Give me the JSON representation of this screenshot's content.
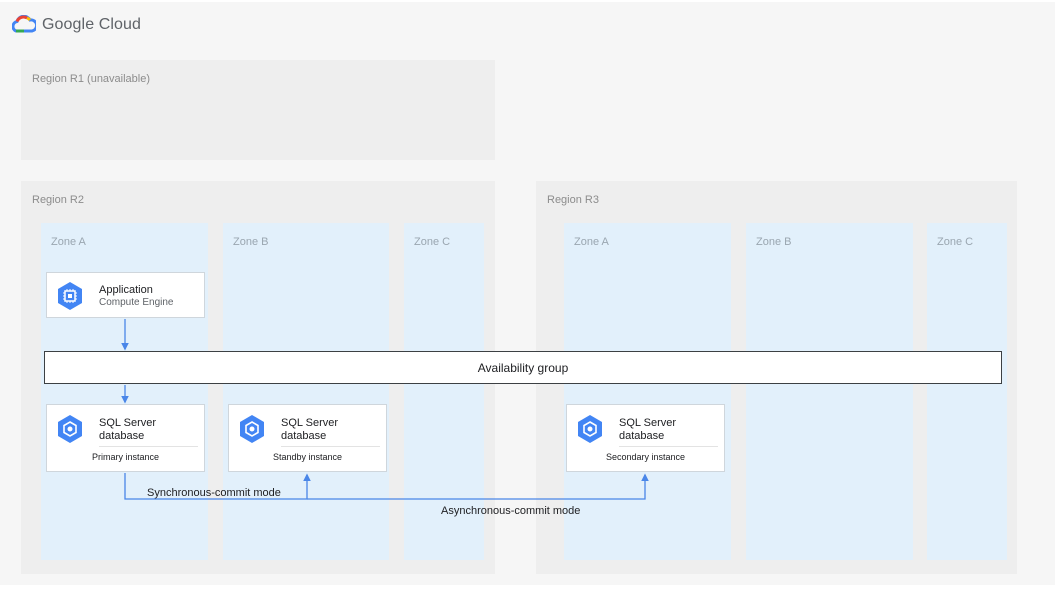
{
  "brand": {
    "logo_text": "Google Cloud"
  },
  "regions": [
    {
      "label": "Region R1 (unavailable)"
    },
    {
      "label": "Region R2",
      "zones": [
        "Zone A",
        "Zone B",
        "Zone C"
      ]
    },
    {
      "label": "Region R3",
      "zones": [
        "Zone A",
        "Zone B",
        "Zone C"
      ]
    }
  ],
  "application": {
    "title": "Application",
    "subtitle": "Compute Engine",
    "icon": "compute-engine-icon"
  },
  "availability_group": {
    "label": "Availability group"
  },
  "databases": [
    {
      "title_line1": "SQL Server",
      "title_line2": "database",
      "role": "Primary instance",
      "icon": "sql-database-icon"
    },
    {
      "title_line1": "SQL Server",
      "title_line2": "database",
      "role": "Standby instance",
      "icon": "sql-database-icon"
    },
    {
      "title_line1": "SQL Server",
      "title_line2": "database",
      "role": "Secondary instance",
      "icon": "sql-database-icon"
    }
  ],
  "connections": {
    "sync_label": "Synchronous-commit mode",
    "async_label": "Asynchronous-commit mode"
  },
  "colors": {
    "arrow": "#4a86e8",
    "icon_blue": "#4285f4",
    "zone_fill": "#e2f0fb",
    "region_fill": "#eeeeee"
  }
}
